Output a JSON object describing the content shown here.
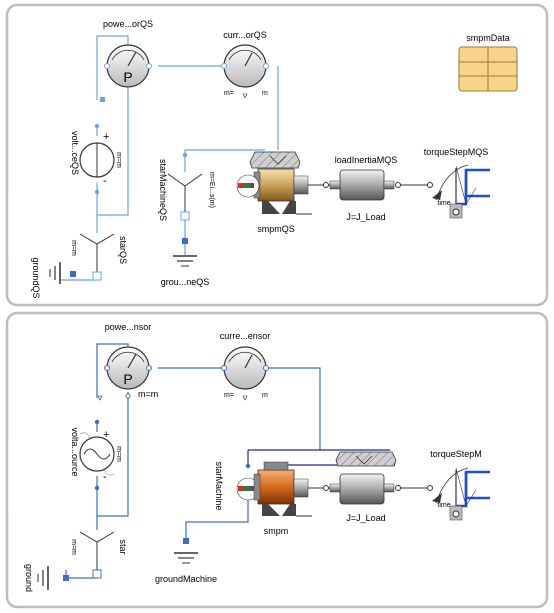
{
  "colors": {
    "panel_border": "#bdbdbd",
    "wire_qs": "#6aa4e6",
    "wire_blue": "#3a6fc4",
    "wire_dark": "#1e2c8c",
    "data_record": "#f8d488",
    "motor_gold": "#c9a25a",
    "motor_orange": "#d66a1a",
    "step_blue": "#1a4fd8"
  },
  "top": {
    "power_sensor": {
      "label": "powe...orQS",
      "symbol": "P"
    },
    "current_sensor": {
      "label": "curr...orQS",
      "m_left": "m=",
      "m_right": "m"
    },
    "voltage_source": {
      "label": "volt...ceQS",
      "m": "m=m",
      "plus": "+",
      "minus": "-"
    },
    "star": {
      "label": "starQS",
      "m": "m=m"
    },
    "ground": {
      "label": "groundQS"
    },
    "star_machine": {
      "label": "starMachineQS",
      "m": "m=Ei...s(m)"
    },
    "ground_machine": {
      "label": "grou...neQS"
    },
    "machine": {
      "label": "smpmQS"
    },
    "inertia": {
      "label": "loadInertiaMQS",
      "param": "J=J_Load"
    },
    "torque_step": {
      "label": "torqueStepMQS",
      "sub": "time"
    },
    "data": {
      "label": "smpmData"
    }
  },
  "bottom": {
    "power_sensor": {
      "label": "powe...nsor",
      "symbol": "P",
      "m": "m=m"
    },
    "current_sensor": {
      "label": "curre...ensor",
      "m_left": "m=",
      "m_right": "m"
    },
    "voltage_source": {
      "label": "volta...ource",
      "m": "m=m",
      "plus": "+",
      "minus": "-"
    },
    "star": {
      "label": "star",
      "m": "m=m"
    },
    "ground": {
      "label": "ground"
    },
    "star_machine": {
      "label": "starMachine"
    },
    "ground_machine": {
      "label": "groundMachine"
    },
    "machine": {
      "label": "smpm"
    },
    "inertia": {
      "param": "J=J_Load"
    },
    "torque_step": {
      "label": "torqueStepM",
      "sub": "time"
    }
  }
}
